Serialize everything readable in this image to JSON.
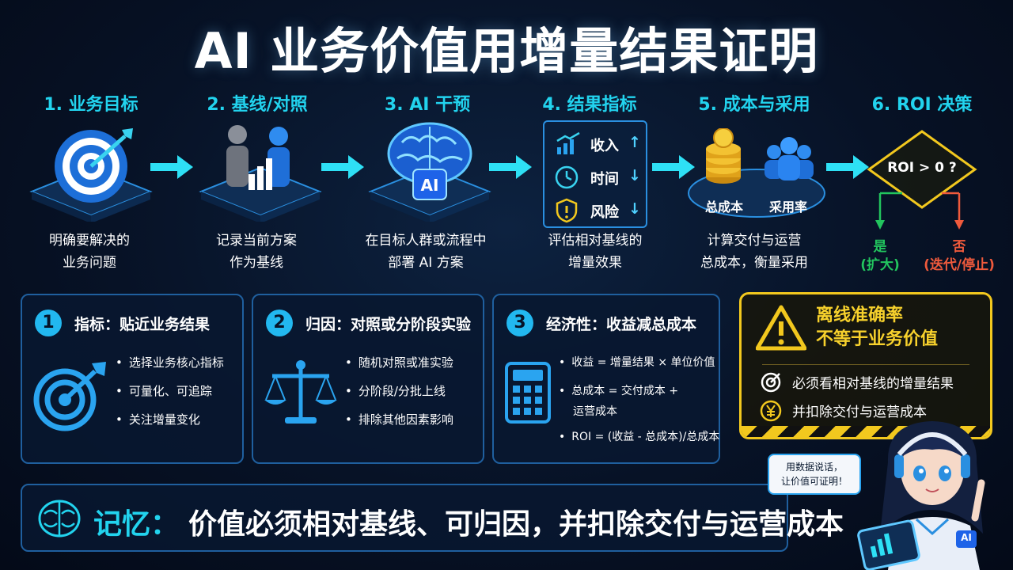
{
  "title": "AI 业务价值用增量结果证明",
  "steps": [
    {
      "title": "1. 业务目标",
      "desc": [
        "明确要解决的",
        "业务问题"
      ]
    },
    {
      "title": "2. 基线/对照",
      "desc": [
        "记录当前方案",
        "作为基线"
      ]
    },
    {
      "title": "3. AI 干预",
      "desc": [
        "在目标人群或流程中",
        "部署 AI 方案"
      ],
      "badge": "AI"
    },
    {
      "title": "4. 结果指标",
      "desc": [
        "评估相对基线的",
        "增量效果"
      ]
    },
    {
      "title": "5. 成本与采用",
      "desc": [
        "计算交付与运营",
        "总成本，衡量采用"
      ]
    },
    {
      "title": "6. ROI 决策",
      "desc": []
    }
  ],
  "metrics": [
    {
      "label": "收入",
      "trend": "↑",
      "icon": "bar-chart-icon"
    },
    {
      "label": "时间",
      "trend": "↓",
      "icon": "clock-icon"
    },
    {
      "label": "风险",
      "trend": "↓",
      "icon": "shield-alert-icon"
    }
  ],
  "cost_labels": {
    "total": "总成本",
    "adoption": "采用率"
  },
  "decision": {
    "question": "ROI > 0 ?",
    "yes_label": "是",
    "yes_action": "(扩大)",
    "no_label": "否",
    "no_action": "(迭代/停止)",
    "yes_color": "#22c55e",
    "no_color": "#ef5a3c"
  },
  "cards": [
    {
      "num": "1",
      "title": "指标：贴近业务结果",
      "icon": "target-icon",
      "bullets": [
        "选择业务核心指标",
        "可量化、可追踪",
        "关注增量变化"
      ]
    },
    {
      "num": "2",
      "title": "归因：对照或分阶段实验",
      "icon": "balance-scale-icon",
      "bullets": [
        "随机对照或准实验",
        "分阶段/分批上线",
        "排除其他因素影响"
      ]
    },
    {
      "num": "3",
      "title": "经济性：收益减总成本",
      "icon": "calculator-icon",
      "bullets": [
        "收益 = 增量结果 × 单位价值",
        "总成本 = 交付成本 +",
        "运营成本",
        "ROI = (收益 - 总成本)/总成本"
      ]
    }
  ],
  "warning": {
    "title_line1": "离线准确率",
    "title_line2": "不等于业务价值",
    "items": [
      "必须看相对基线的增量结果",
      "并扣除交付与运营成本"
    ],
    "color": "#f2c81e"
  },
  "memory": {
    "label": "记忆：",
    "text": "价值必须相对基线、可归因，并扣除交付与运营成本"
  },
  "mascot": {
    "bubble_line1": "用数据说话，",
    "bubble_line2": "让价值可证明！",
    "badge": "AI"
  },
  "accent": "#22d3ee"
}
